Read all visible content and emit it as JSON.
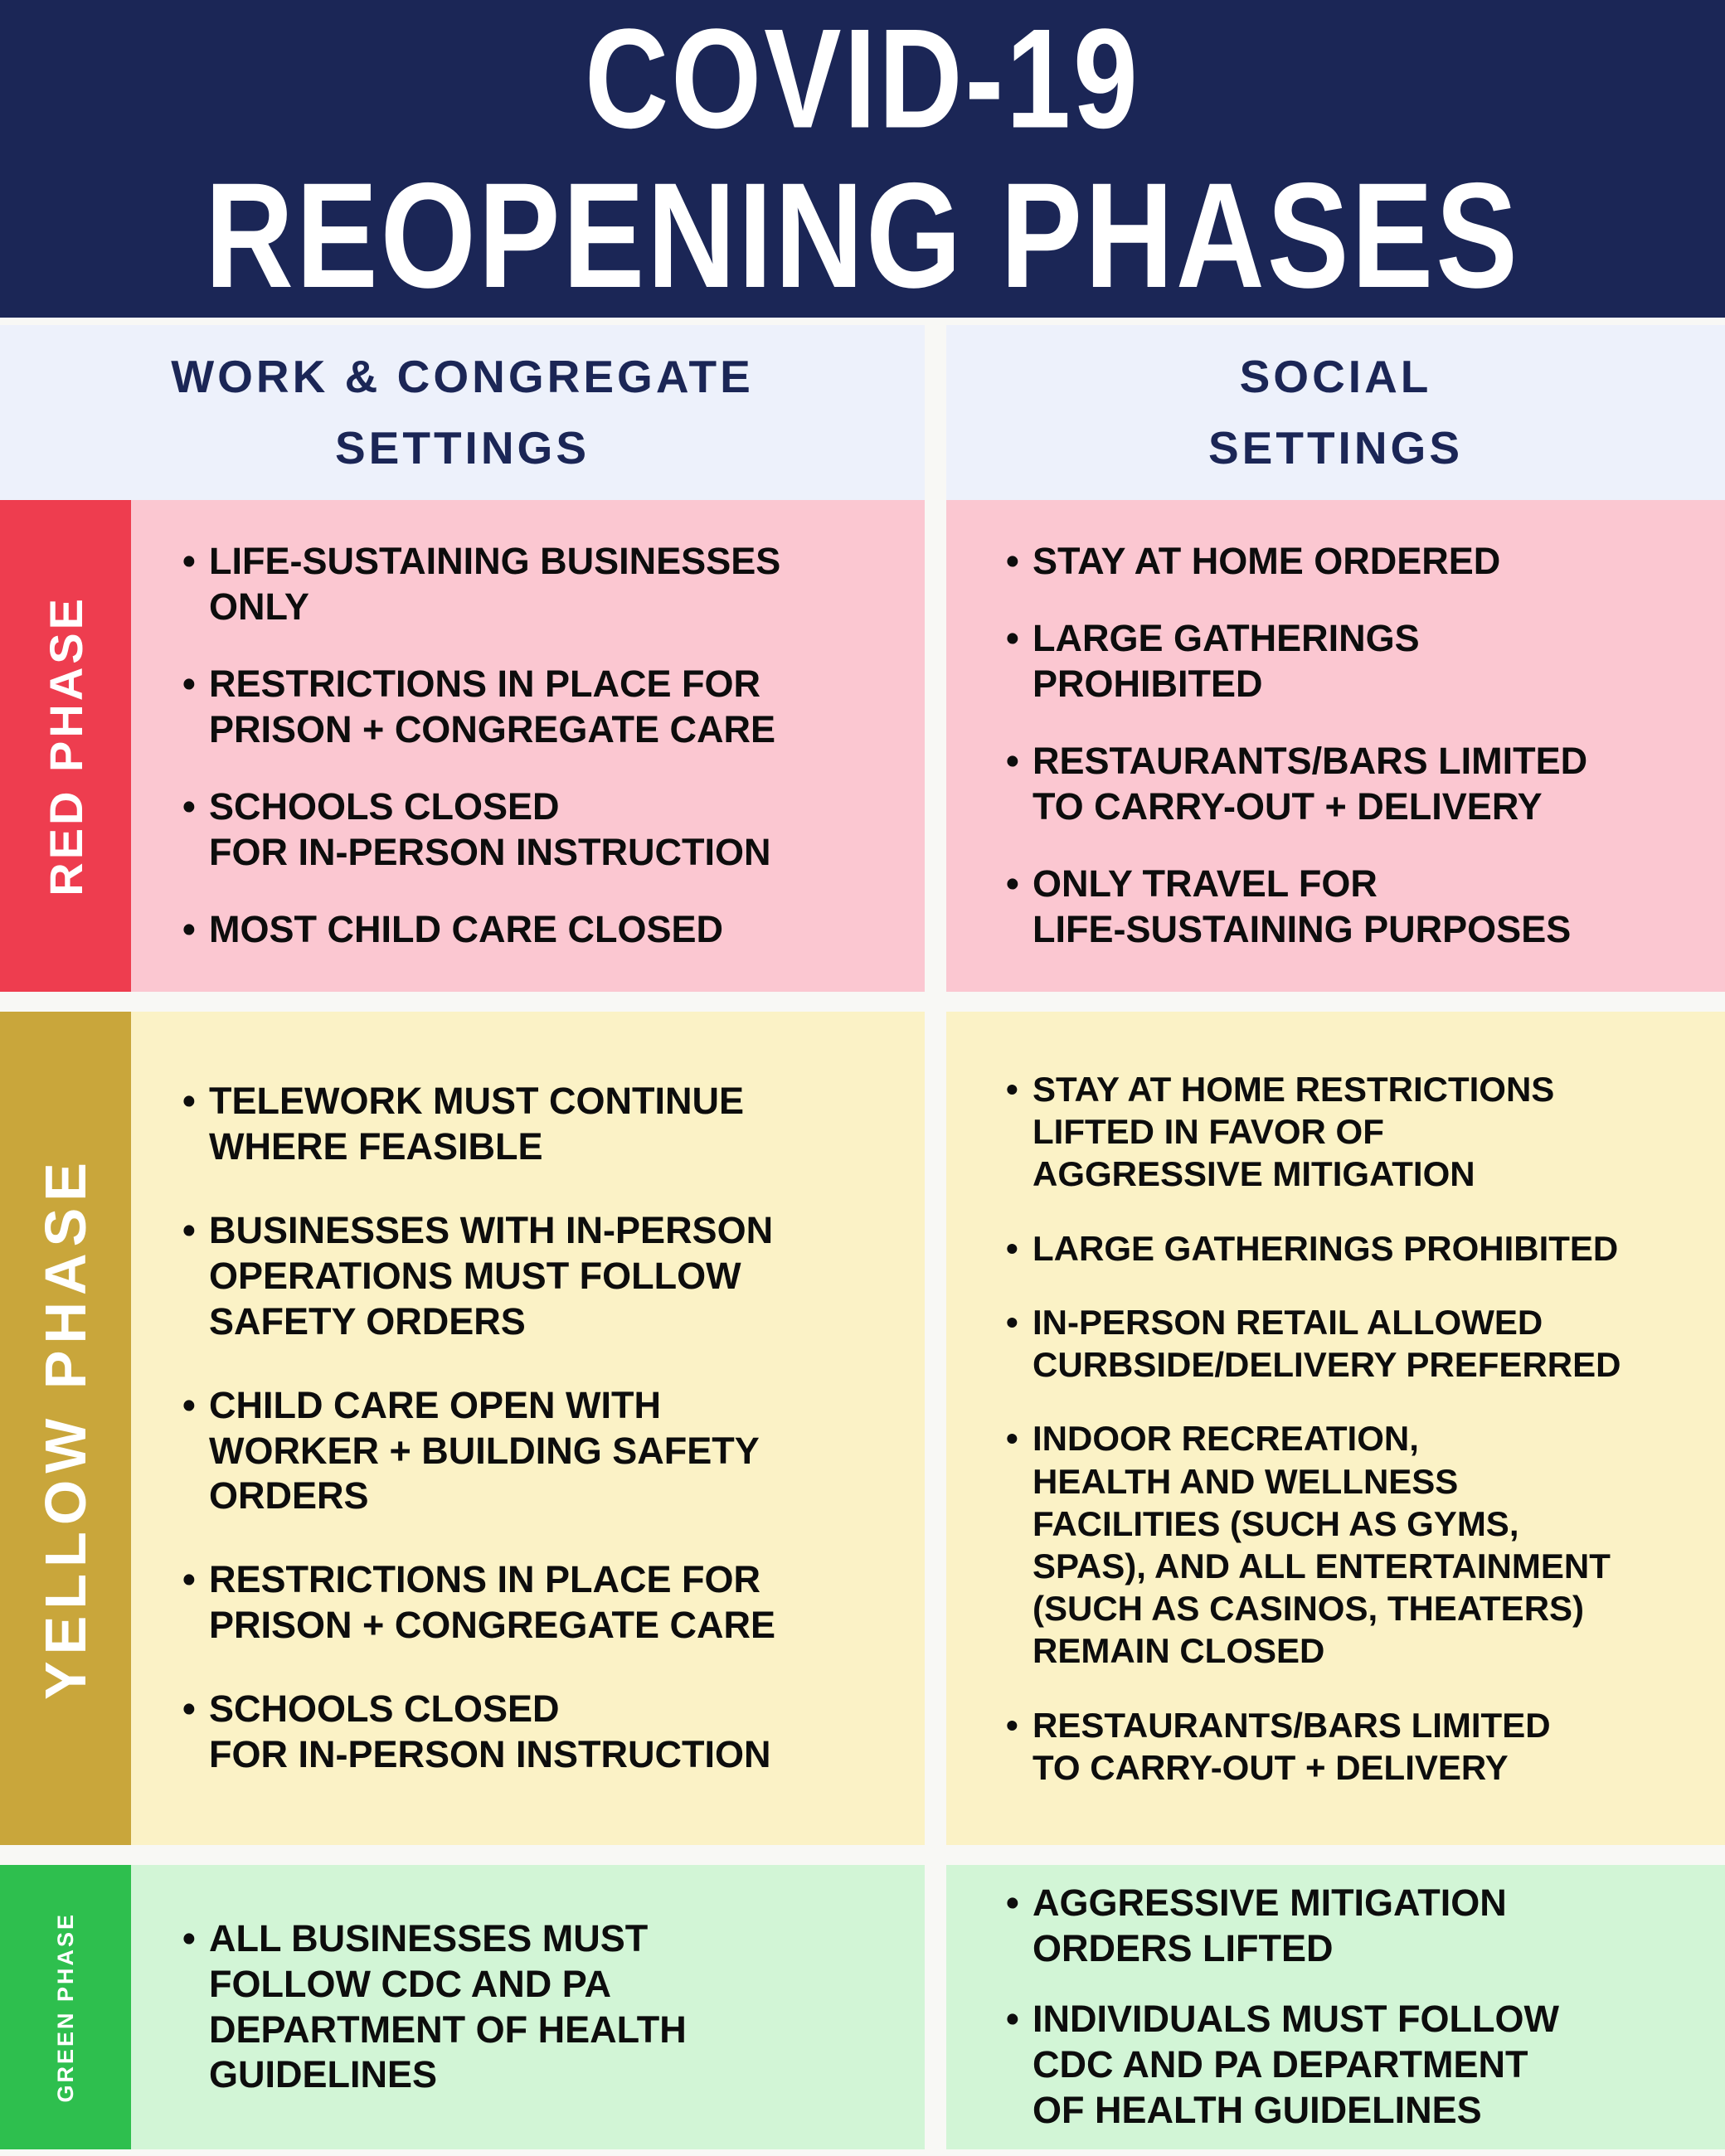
{
  "header": {
    "title_line1": "COVID-19",
    "title_line2": "REOPENING PHASES"
  },
  "column_headers": {
    "work": {
      "line1": "WORK & CONGREGATE",
      "line2": "SETTINGS"
    },
    "social": {
      "line1": "SOCIAL",
      "line2": "SETTINGS"
    }
  },
  "phases": [
    {
      "label": "RED PHASE",
      "work_items": [
        "LIFE-SUSTAINING BUSINESSES\nONLY",
        "RESTRICTIONS IN PLACE FOR\nPRISON + CONGREGATE CARE",
        "SCHOOLS CLOSED\nFOR IN-PERSON INSTRUCTION",
        "MOST CHILD CARE CLOSED"
      ],
      "social_items": [
        "STAY AT HOME ORDERED",
        "LARGE GATHERINGS\nPROHIBITED",
        "RESTAURANTS/BARS LIMITED\nTO CARRY-OUT + DELIVERY",
        "ONLY TRAVEL FOR\nLIFE-SUSTAINING PURPOSES"
      ]
    },
    {
      "label": "YELLOW PHASE",
      "work_items": [
        "TELEWORK MUST CONTINUE\nWHERE FEASIBLE",
        "BUSINESSES WITH IN-PERSON\nOPERATIONS MUST FOLLOW\nSAFETY ORDERS",
        "CHILD CARE OPEN WITH\nWORKER + BUILDING SAFETY\nORDERS",
        "RESTRICTIONS IN PLACE FOR\nPRISON + CONGREGATE CARE",
        "SCHOOLS CLOSED\nFOR IN-PERSON INSTRUCTION"
      ],
      "social_items": [
        "STAY AT HOME RESTRICTIONS\nLIFTED IN FAVOR OF\nAGGRESSIVE MITIGATION",
        "LARGE GATHERINGS PROHIBITED",
        "IN-PERSON RETAIL ALLOWED\nCURBSIDE/DELIVERY PREFERRED",
        "INDOOR RECREATION,\nHEALTH AND WELLNESS\nFACILITIES (SUCH AS GYMS,\nSPAS), AND ALL ENTERTAINMENT\n(SUCH AS CASINOS, THEATERS)\nREMAIN CLOSED",
        "RESTAURANTS/BARS LIMITED\nTO CARRY-OUT + DELIVERY"
      ]
    },
    {
      "label": "GREEN PHASE",
      "work_items": [
        "ALL BUSINESSES MUST\nFOLLOW CDC AND PA\nDEPARTMENT OF HEALTH\nGUIDELINES"
      ],
      "social_items": [
        "AGGRESSIVE MITIGATION\nORDERS LIFTED",
        "INDIVIDUALS MUST FOLLOW\nCDC AND PA DEPARTMENT\nOF HEALTH GUIDELINES"
      ]
    }
  ],
  "colors": {
    "banner_bg": "#1B2656",
    "banner_text": "#FFFFFF",
    "page_bg": "#F8F8F5",
    "column_header_bg": "#EDF1FB",
    "column_header_text": "#1B2656",
    "red_sidebar": "#EE3D4F",
    "red_content_bg": "#FBC7D1",
    "yellow_sidebar": "#C9A63B",
    "yellow_content_bg": "#FBF2C6",
    "green_sidebar": "#2EBF4E",
    "green_content_bg": "#D2F5D6",
    "sidebar_text": "#FFFFFF",
    "body_text": "#0D0D0D"
  }
}
